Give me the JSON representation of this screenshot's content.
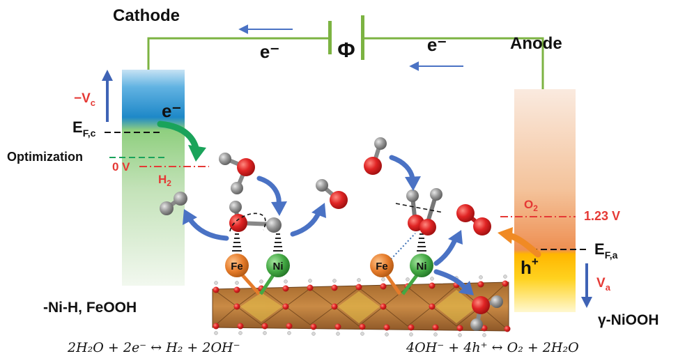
{
  "labels": {
    "cathode": "Cathode",
    "anode": "Anode",
    "phi": "Φ",
    "electron_left": "e⁻",
    "electron_right": "e⁻",
    "electron_cathode": "e⁻",
    "neg_vc": "−V",
    "neg_vc_sub": "c",
    "ef_c": "E",
    "ef_c_sub": "F,c",
    "optimization": "Optimization",
    "zero_v": "0 V",
    "h2": "H",
    "h2_sub": "2",
    "o2": "O",
    "o2_sub": "2",
    "v123": "1.23 V",
    "ef_a": "E",
    "ef_a_sub": "F,a",
    "hplus": "h",
    "hplus_sup": "+",
    "va": "V",
    "va_sub": "a",
    "fe_left": "Fe",
    "ni_left": "Ni",
    "fe_right": "Fe",
    "ni_right": "Ni",
    "cathode_material": "-Ni-H, FeOOH",
    "anode_material": "γ-NiOOH"
  },
  "equations": {
    "her": "2H₂O + 2e⁻ ↔ H₂ + 2OH⁻",
    "oer": "4OH⁻ + 4h⁺ ↔ O₂ + 2H₂O"
  },
  "colors": {
    "circuit": "#7cb342",
    "arrow_blue": "#4a72c4",
    "red_label": "#e53935",
    "cathode_top": "#1e88c8",
    "cathode_bottom": "#dfeedd",
    "anode_top": "#f6e4d4",
    "anode_bottom": "#ffd21f",
    "fe": "#e57b2a",
    "ni": "#43a843",
    "oxygen": "#d62020",
    "hydrogen": "#8a8a8a",
    "green_arrow": "#1aa35a",
    "orange_arrow": "#f08a24"
  }
}
